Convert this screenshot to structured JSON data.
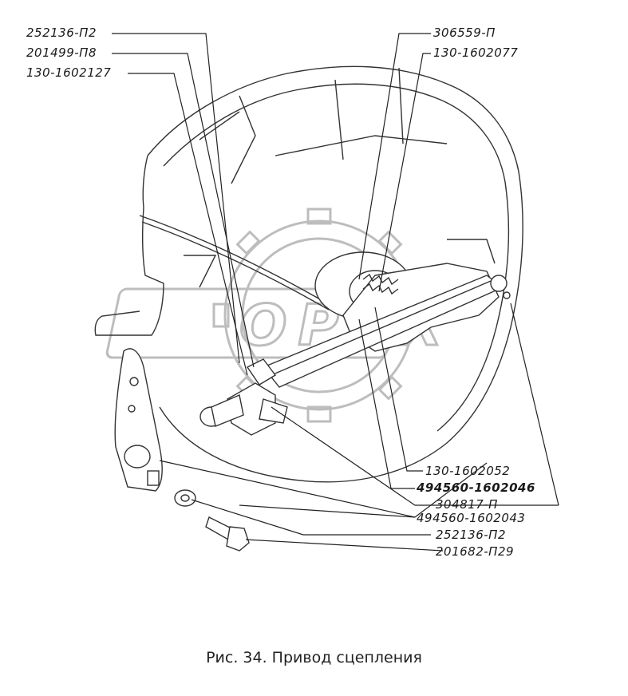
{
  "labels": {
    "l1": "252136-П2",
    "l2": "201499-П8",
    "l3": "130-1602127",
    "r1": "306559-П",
    "r2": "130-1602077",
    "b1": "130-1602052",
    "b2": "494560-1602046",
    "b3": "304817-П",
    "b4": "494560-1602043",
    "b5": "252136-П2",
    "b6": "201682-П29"
  },
  "caption": "Рис. 34. Привод сцепления",
  "watermark": "OPEX"
}
